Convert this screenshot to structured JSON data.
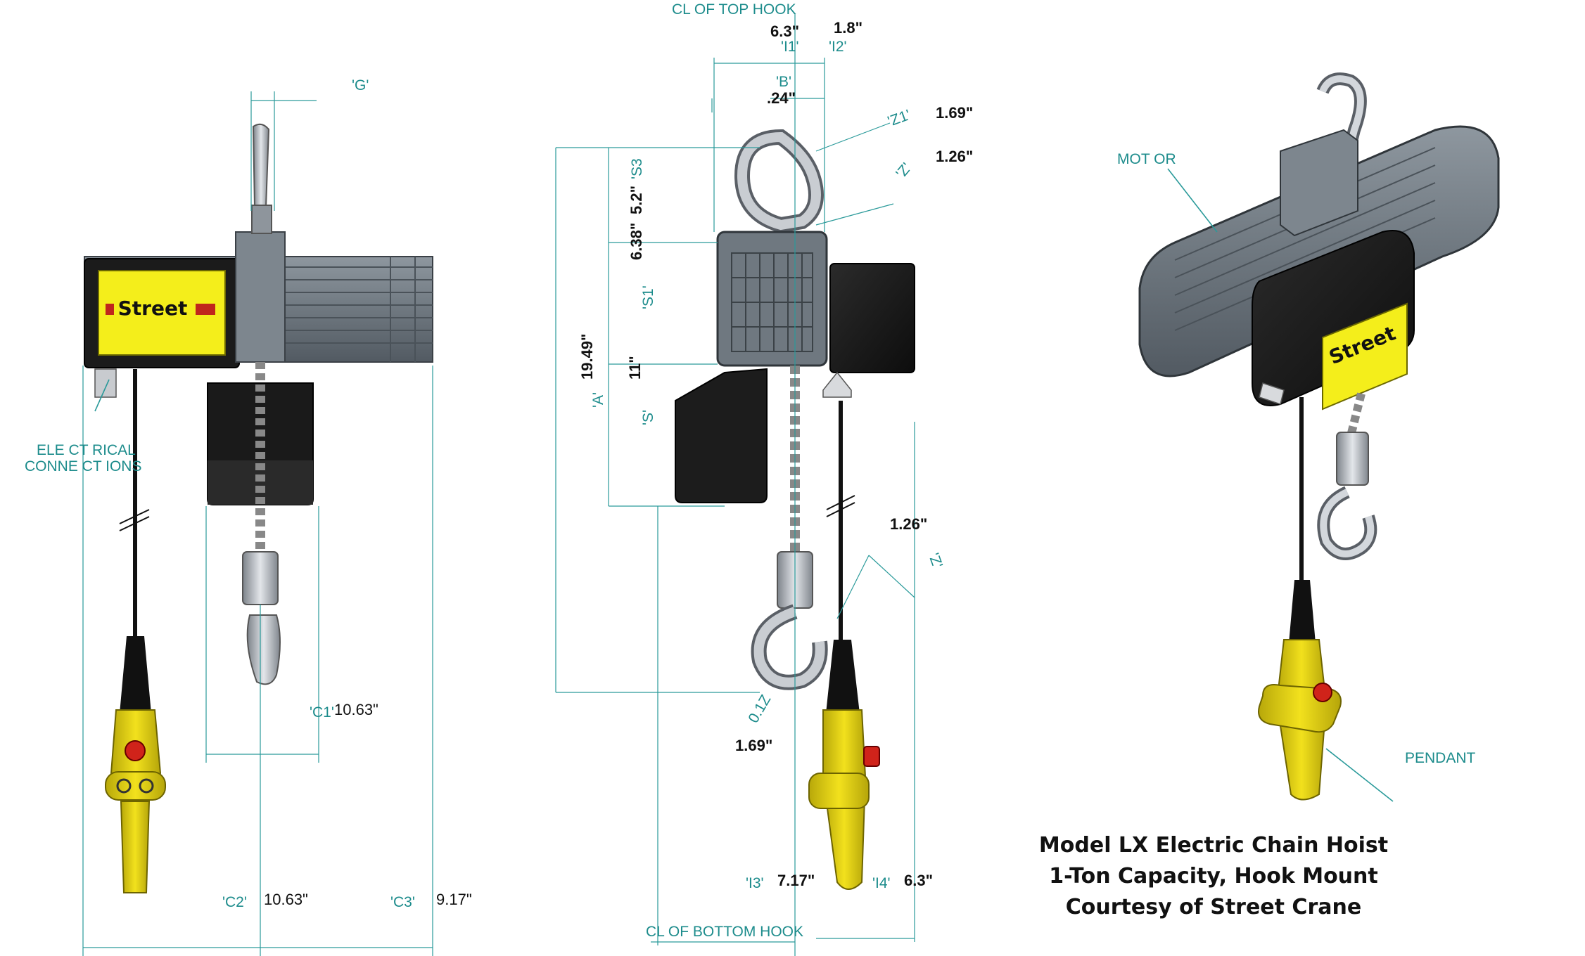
{
  "caption": {
    "line1": "Model LX Electric Chain Hoist",
    "line2": "1-Ton Capacity, Hook Mount",
    "line3": "Courtesy of Street Crane"
  },
  "brand": "Street",
  "labels": {
    "cl_top": "CL OF TOP HOOK",
    "cl_bottom": "CL OF BOTTOM HOOK",
    "electrical_1": "ELE CT RICAL",
    "electrical_2": "CONNE CT IONS",
    "motor": "MOT OR",
    "pendant": "PENDANT"
  },
  "dims": {
    "G": "'G'",
    "C1": "'C1'",
    "C1_val": "10.63\"",
    "C2": "'C2'",
    "C2_val": "10.63\"",
    "C3": "'C3'",
    "C3_val": "9.17\"",
    "I1": "'I1'",
    "I1_val": "6.3\"",
    "I2": "'I2'",
    "I2_val": "1.8\"",
    "B": "'B'",
    "B_val": ".24\"",
    "Z1": "'Z1'",
    "Z1_val": "1.69\"",
    "Z": "'Z'",
    "Z_val": "1.26\"",
    "S3": "'S3",
    "S3_val": "5.2\"",
    "S1": "'S1'",
    "S1_val": "6.38\"",
    "A": "'A'",
    "A_val": "19.49\"",
    "S": "'S'",
    "S_val": "11\"",
    "Z_lower": "'Z'",
    "Z_lower_val": "1.26\"",
    "Z1_lower": "0.1Z",
    "Z1_lower_val": "1.69\"",
    "I3": "'I3'",
    "I3_val": "7.17\"",
    "I4": "'I4'",
    "I4_val": "6.3\""
  }
}
